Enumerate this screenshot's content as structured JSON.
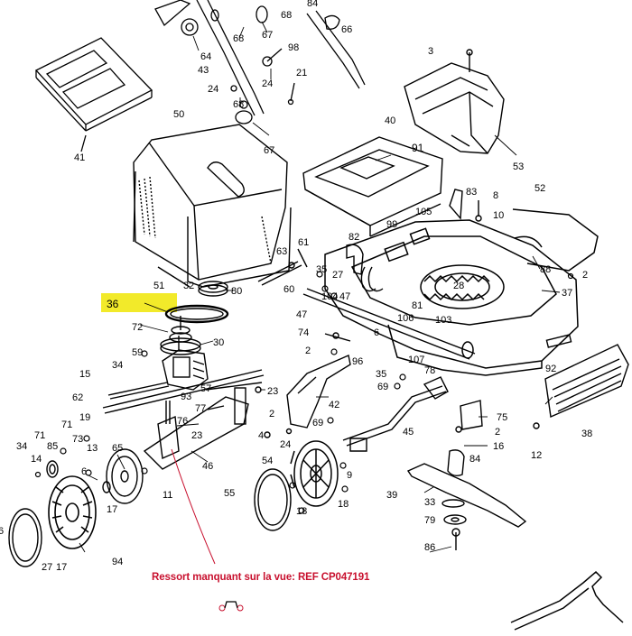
{
  "parts": {
    "p84": "84",
    "p66": "66",
    "p68a": "68",
    "p67a": "67",
    "p64": "64",
    "p98": "98",
    "p43": "43",
    "p24a": "24",
    "p24b": "24",
    "p21": "21",
    "p3": "3",
    "p68b": "68",
    "p67b": "67",
    "p50": "50",
    "p40": "40",
    "p91": "91",
    "p53": "53",
    "p41": "41",
    "p83": "83",
    "p8": "8",
    "p52": "52",
    "p10": "10",
    "p105": "105",
    "p99": "99",
    "p63": "63",
    "p61": "61",
    "p82": "82",
    "p88": "88",
    "p2a": "2",
    "p32": "32",
    "p80": "80",
    "p35": "35",
    "p27a": "27",
    "p60": "60",
    "p51": "51",
    "p36": "36",
    "p72": "72",
    "p30": "30",
    "p104": "104",
    "p47a": "47",
    "p47b": "47",
    "p81": "81",
    "p28": "28",
    "p37": "37",
    "p106": "106",
    "p103": "103",
    "p6a": "6",
    "p74": "74",
    "p2b": "2",
    "p96": "96",
    "p107": "107",
    "p78": "78",
    "p59": "59",
    "p34": "34",
    "p15": "15",
    "p62": "62",
    "p93": "93",
    "p57": "57",
    "p23a": "23",
    "p42": "42",
    "p35b": "35",
    "p69a": "69",
    "p92": "92",
    "p77": "77",
    "p76": "76",
    "p19": "19",
    "p2c": "2",
    "p23b": "23",
    "p69b": "69",
    "p45": "45",
    "p75": "75",
    "p2d": "2",
    "p16": "16",
    "p12": "12",
    "p38": "38",
    "p34b": "34",
    "p71a": "71",
    "p71b": "71",
    "p73": "73",
    "p85": "85",
    "p13": "13",
    "p14": "14",
    "p6b": "6",
    "p65": "65",
    "p4": "4",
    "p24c": "24",
    "p46": "46",
    "p54": "54",
    "p9": "9",
    "p84b": "84",
    "p11": "11",
    "p55": "55",
    "p18": "18",
    "p17a": "17",
    "p39": "39",
    "p33": "33",
    "p79": "79",
    "p6c": "6",
    "p27b": "27",
    "p17b": "17",
    "p94": "94",
    "p86": "86"
  },
  "note": {
    "text": "Ressort manquant sur la vue: REF  CP047191"
  },
  "colors": {
    "highlight": "#f2ea2a",
    "note": "#c8102e",
    "line": "#000000"
  }
}
